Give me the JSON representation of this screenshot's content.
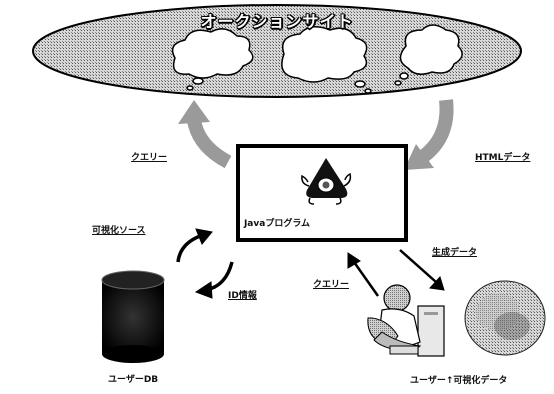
{
  "diagram": {
    "site_title": "オークションサイト",
    "program_label": "Javaプログラム",
    "labels": {
      "query_left": "クエリー",
      "html_data": "HTMLデータ",
      "visualize_source": "可視化ソース",
      "id_info": "ID情報",
      "query_bottom": "クエリー",
      "generated_data": "生成データ",
      "user_db": "ユーザーDB",
      "user_visual_data": "ユーザー↑可視化データ"
    }
  }
}
